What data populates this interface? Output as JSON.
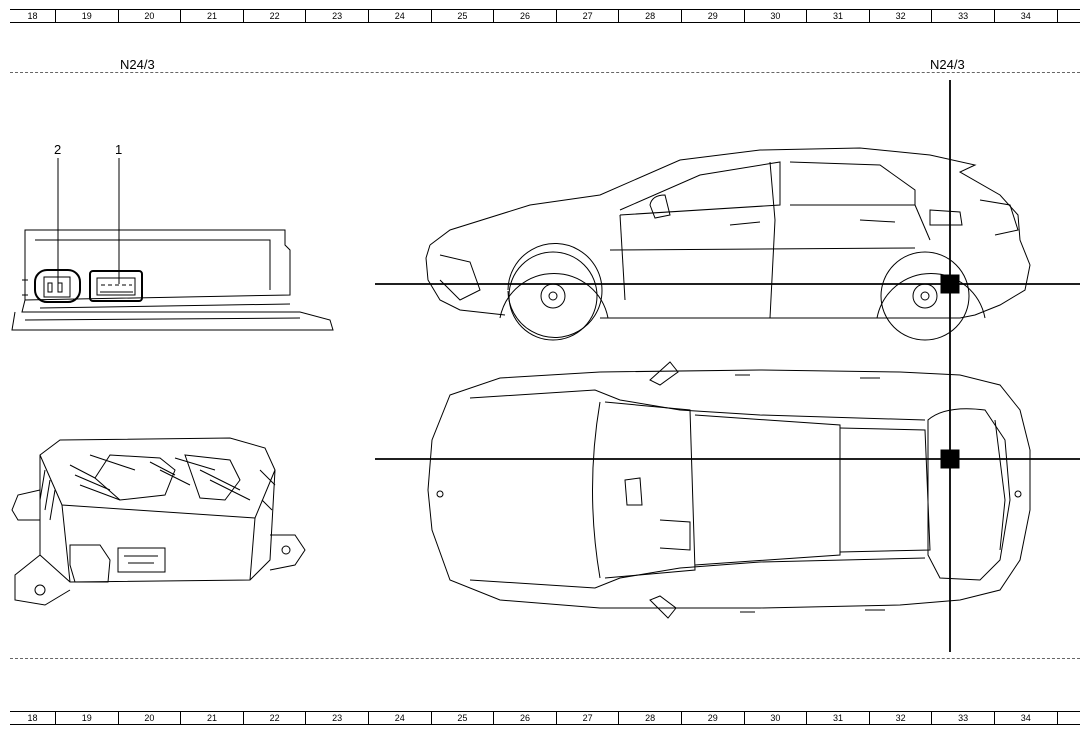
{
  "grid_numbers": [
    "18",
    "19",
    "20",
    "21",
    "22",
    "23",
    "24",
    "25",
    "26",
    "27",
    "28",
    "29",
    "30",
    "31",
    "32",
    "33",
    "34"
  ],
  "labels": {
    "component_left": "N24/3",
    "component_right": "N24/3",
    "callout_2": "2",
    "callout_1": "1"
  }
}
